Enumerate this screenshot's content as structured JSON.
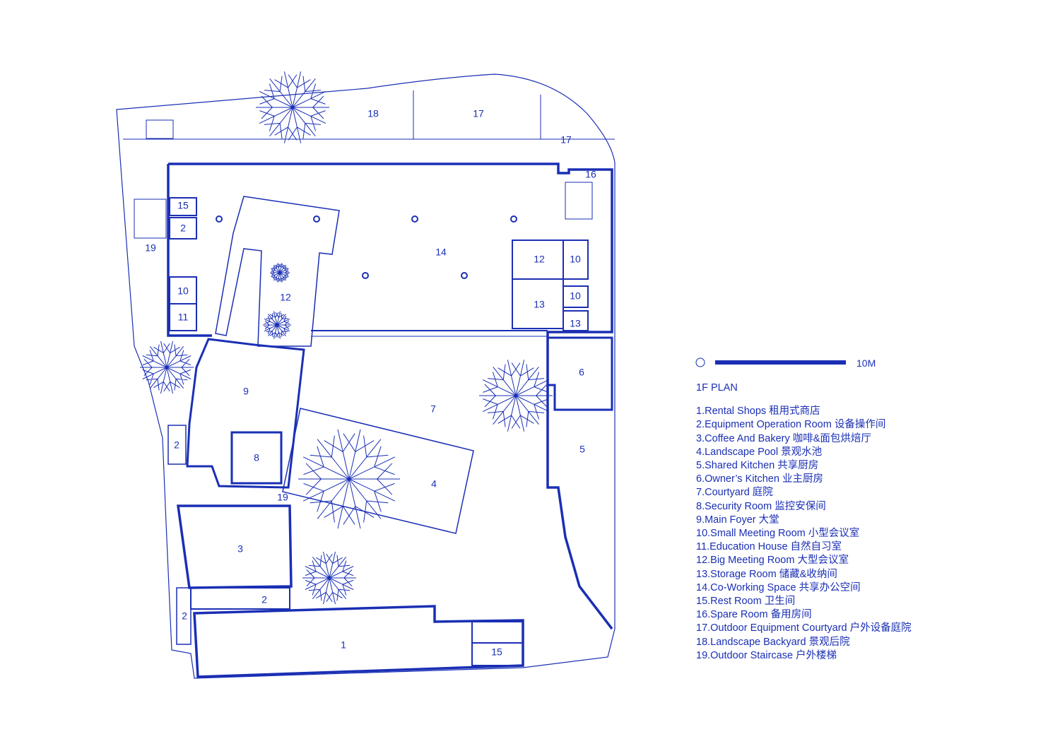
{
  "colors": {
    "ink": "#1a2fb4",
    "background": "#ffffff"
  },
  "scale_bar": {
    "label": "10M"
  },
  "plan_title": "1F PLAN",
  "legend": [
    "1.Rental Shops 租用式商店",
    "2.Equipment Operation Room 设备操作间",
    "3.Coffee And Bakery 咖啡&面包烘焙厅",
    "4.Landscape Pool  景观水池",
    "5.Shared Kitchen 共享厨房",
    "6.Owner’s Kitchen 业主厨房",
    "7.Courtyard 庭院",
    "8.Security Room 监控安保间",
    "9.Main Foyer 大堂",
    "10.Small Meeting Room 小型会议室",
    "11.Education House 自然自习室",
    "12.Big Meeting Room 大型会议室",
    "13.Storage Room 储藏&收纳间",
    "14.Co-Working Space 共享办公空间",
    "15.Rest Room 卫生间",
    "16.Spare Room 备用房间",
    "17.Outdoor Equipment Courtyard 户外设备庭院",
    "18.Landscape Backyard 景观后院",
    "19.Outdoor Staircase  户外楼梯"
  ],
  "room_labels": [
    "18",
    "17",
    "17",
    "16",
    "15",
    "2",
    "19",
    "14",
    "12",
    "10",
    "10",
    "11",
    "12",
    "13",
    "10",
    "13",
    "6",
    "9",
    "7",
    "2",
    "8",
    "5",
    "4",
    "19",
    "3",
    "2",
    "2",
    "1",
    "15"
  ],
  "trees": [
    "tree-icon",
    "tree-icon",
    "tree-icon",
    "tree-icon",
    "tree-icon",
    "tree-icon",
    "tree-icon"
  ]
}
